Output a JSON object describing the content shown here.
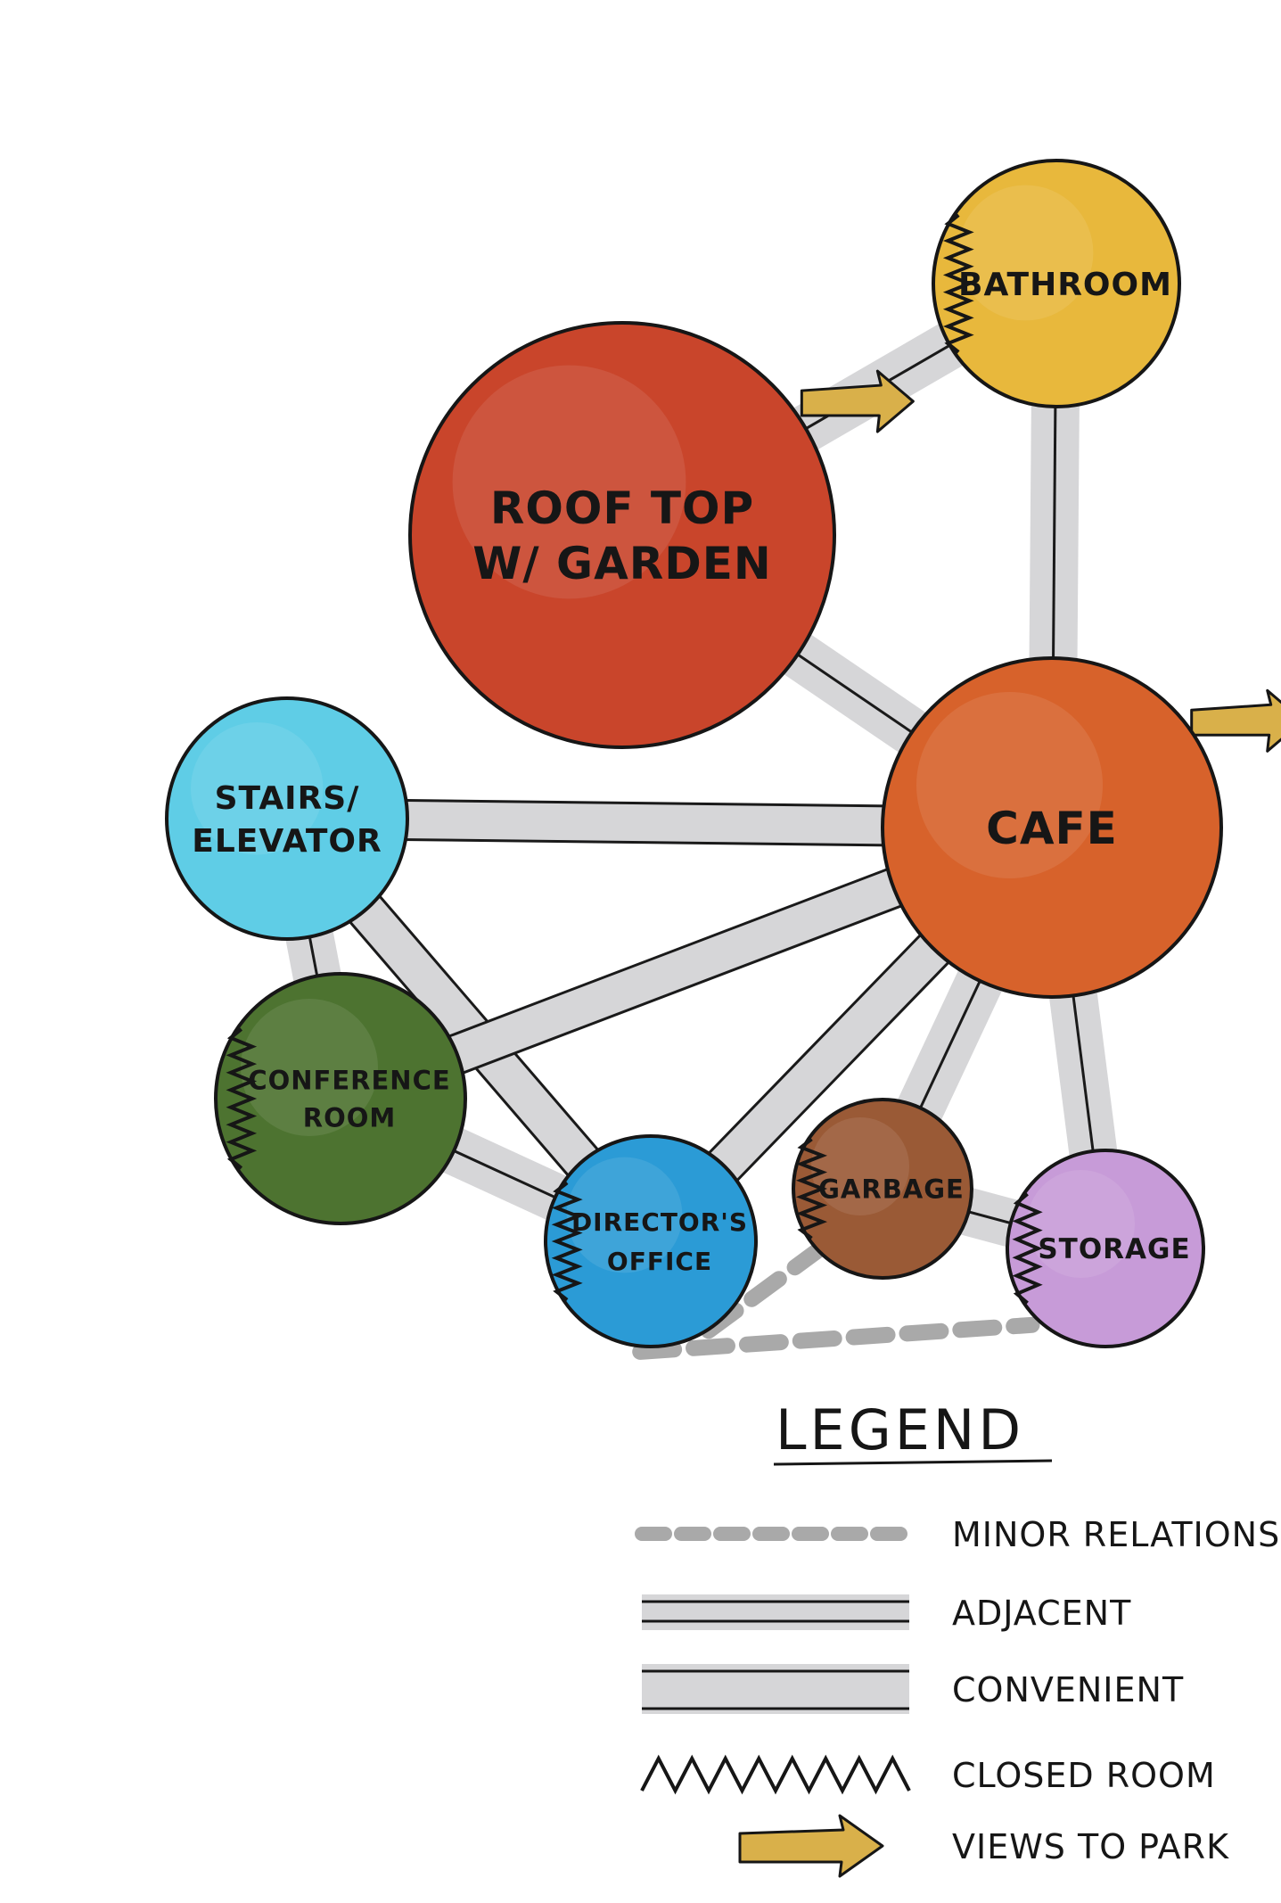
{
  "nodes": [
    {
      "id": "rooftop",
      "lines": [
        "ROOF TOP",
        "W/ GARDEN"
      ],
      "color": "#c9452b",
      "closed": false
    },
    {
      "id": "bathroom",
      "lines": [
        "BATHROOM"
      ],
      "color": "#e8b83c",
      "closed": true
    },
    {
      "id": "cafe",
      "lines": [
        "CAFE"
      ],
      "color": "#d7622b",
      "closed": false
    },
    {
      "id": "stairs",
      "lines": [
        "STAIRS/",
        "ELEVATOR"
      ],
      "color": "#5fcde6",
      "closed": false
    },
    {
      "id": "conference",
      "lines": [
        "CONFERENCE",
        "ROOM"
      ],
      "color": "#4d7330",
      "closed": true
    },
    {
      "id": "director",
      "lines": [
        "DIRECTOR'S",
        "OFFICE"
      ],
      "color": "#2b9bd6",
      "closed": true
    },
    {
      "id": "garbage",
      "lines": [
        "GARBAGE"
      ],
      "color": "#9a5a36",
      "closed": true
    },
    {
      "id": "storage",
      "lines": [
        "STORAGE"
      ],
      "color": "#c79bd8",
      "closed": true
    }
  ],
  "links": [
    {
      "from": "rooftop",
      "to": "bathroom",
      "type": "adjacent"
    },
    {
      "from": "rooftop",
      "to": "cafe",
      "type": "adjacent"
    },
    {
      "from": "bathroom",
      "to": "cafe",
      "type": "adjacent"
    },
    {
      "from": "stairs",
      "to": "cafe",
      "type": "convenient"
    },
    {
      "from": "stairs",
      "to": "conference",
      "type": "adjacent"
    },
    {
      "from": "stairs",
      "to": "director",
      "type": "convenient"
    },
    {
      "from": "conference",
      "to": "cafe",
      "type": "convenient"
    },
    {
      "from": "conference",
      "to": "director",
      "type": "adjacent"
    },
    {
      "from": "director",
      "to": "cafe",
      "type": "convenient"
    },
    {
      "from": "cafe",
      "to": "garbage",
      "type": "adjacent"
    },
    {
      "from": "cafe",
      "to": "storage",
      "type": "adjacent"
    },
    {
      "from": "garbage",
      "to": "storage",
      "type": "adjacent"
    },
    {
      "from": "director",
      "to": "garbage",
      "type": "minor"
    },
    {
      "from": "director",
      "to": "storage",
      "type": "minor"
    }
  ],
  "views_to_park": [
    "rooftop",
    "cafe"
  ],
  "legend": {
    "title": "LEGEND",
    "items": [
      {
        "type": "minor",
        "label": "MINOR RELATIONSHIP"
      },
      {
        "type": "adjacent",
        "label": "ADJACENT"
      },
      {
        "type": "convenient",
        "label": "CONVENIENT"
      },
      {
        "type": "closed",
        "label": "CLOSED ROOM"
      },
      {
        "type": "views",
        "label": "VIEWS TO PARK"
      }
    ]
  },
  "colors": {
    "link_fill": "#d6d6d8",
    "link_edge": "#1a1a1a",
    "minor_dash": "#a9a9a9",
    "arrow": "#d9b04a",
    "ink": "#161616"
  }
}
